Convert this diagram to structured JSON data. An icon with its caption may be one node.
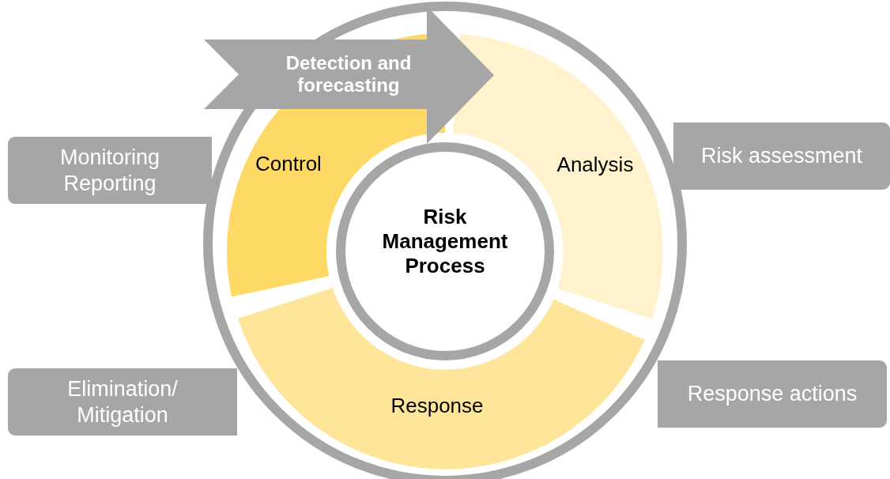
{
  "diagram": {
    "nodes": [
      {
        "text": [
          "Detection and forecasting"
        ]
      },
      {
        "text": [
          "Monitoring",
          "Reporting"
        ]
      },
      {
        "text": [
          "Control"
        ]
      },
      {
        "text": [
          "Analysis"
        ]
      },
      {
        "text": [
          "Risk assessment"
        ]
      },
      {
        "text": [
          "Risk Management Process"
        ]
      },
      {
        "text": [
          "Elimination/ Mitigation"
        ]
      },
      {
        "text": [
          "Response"
        ]
      },
      {
        "text": [
          "Response actions"
        ]
      }
    ]
  }
}
